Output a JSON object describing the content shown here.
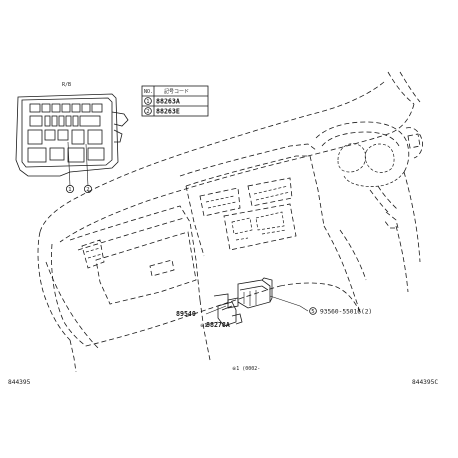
{
  "diagram": {
    "relay_block_caption": "R/B",
    "table": {
      "header_left": "NO.",
      "header_right": "記号コード",
      "rows": [
        {
          "index": "1",
          "part": "88263A"
        },
        {
          "index": "2",
          "part": "88263E"
        }
      ]
    },
    "callouts": {
      "block_1": "1",
      "block_2": "2",
      "c_89540": "89540",
      "c_88278A": "88278A",
      "c_88278A_prefix": "※1",
      "c_screw_index": "5",
      "c_screw_label": "93560-55016(2)"
    },
    "footer": {
      "left_code": "844395",
      "center_note": "※1 (0002-",
      "right_code": "844395C"
    }
  }
}
